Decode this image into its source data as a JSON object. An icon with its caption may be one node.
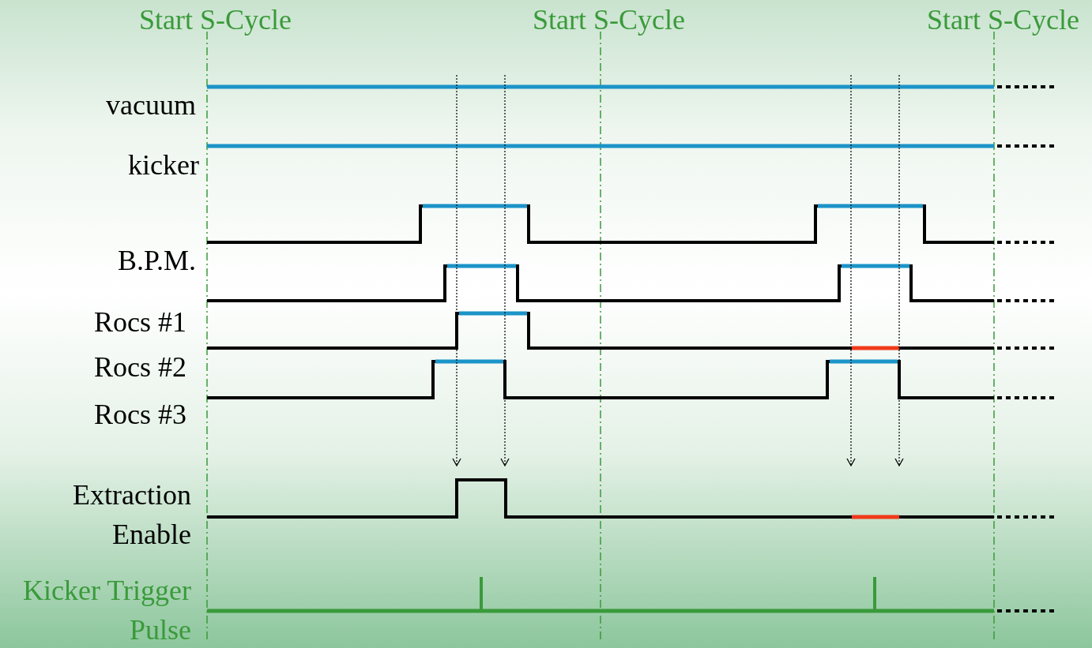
{
  "diagram": {
    "labels": [
      "Start S-Cycle",
      "Start S-Cycle",
      "Start S-Cycle",
      "vacuum",
      "kicker",
      "B.P.M.",
      "Rocs #1",
      "Rocs #2",
      "Rocs #3",
      "Extraction Enable",
      "Kicker Trigger Pulse"
    ]
  }
}
